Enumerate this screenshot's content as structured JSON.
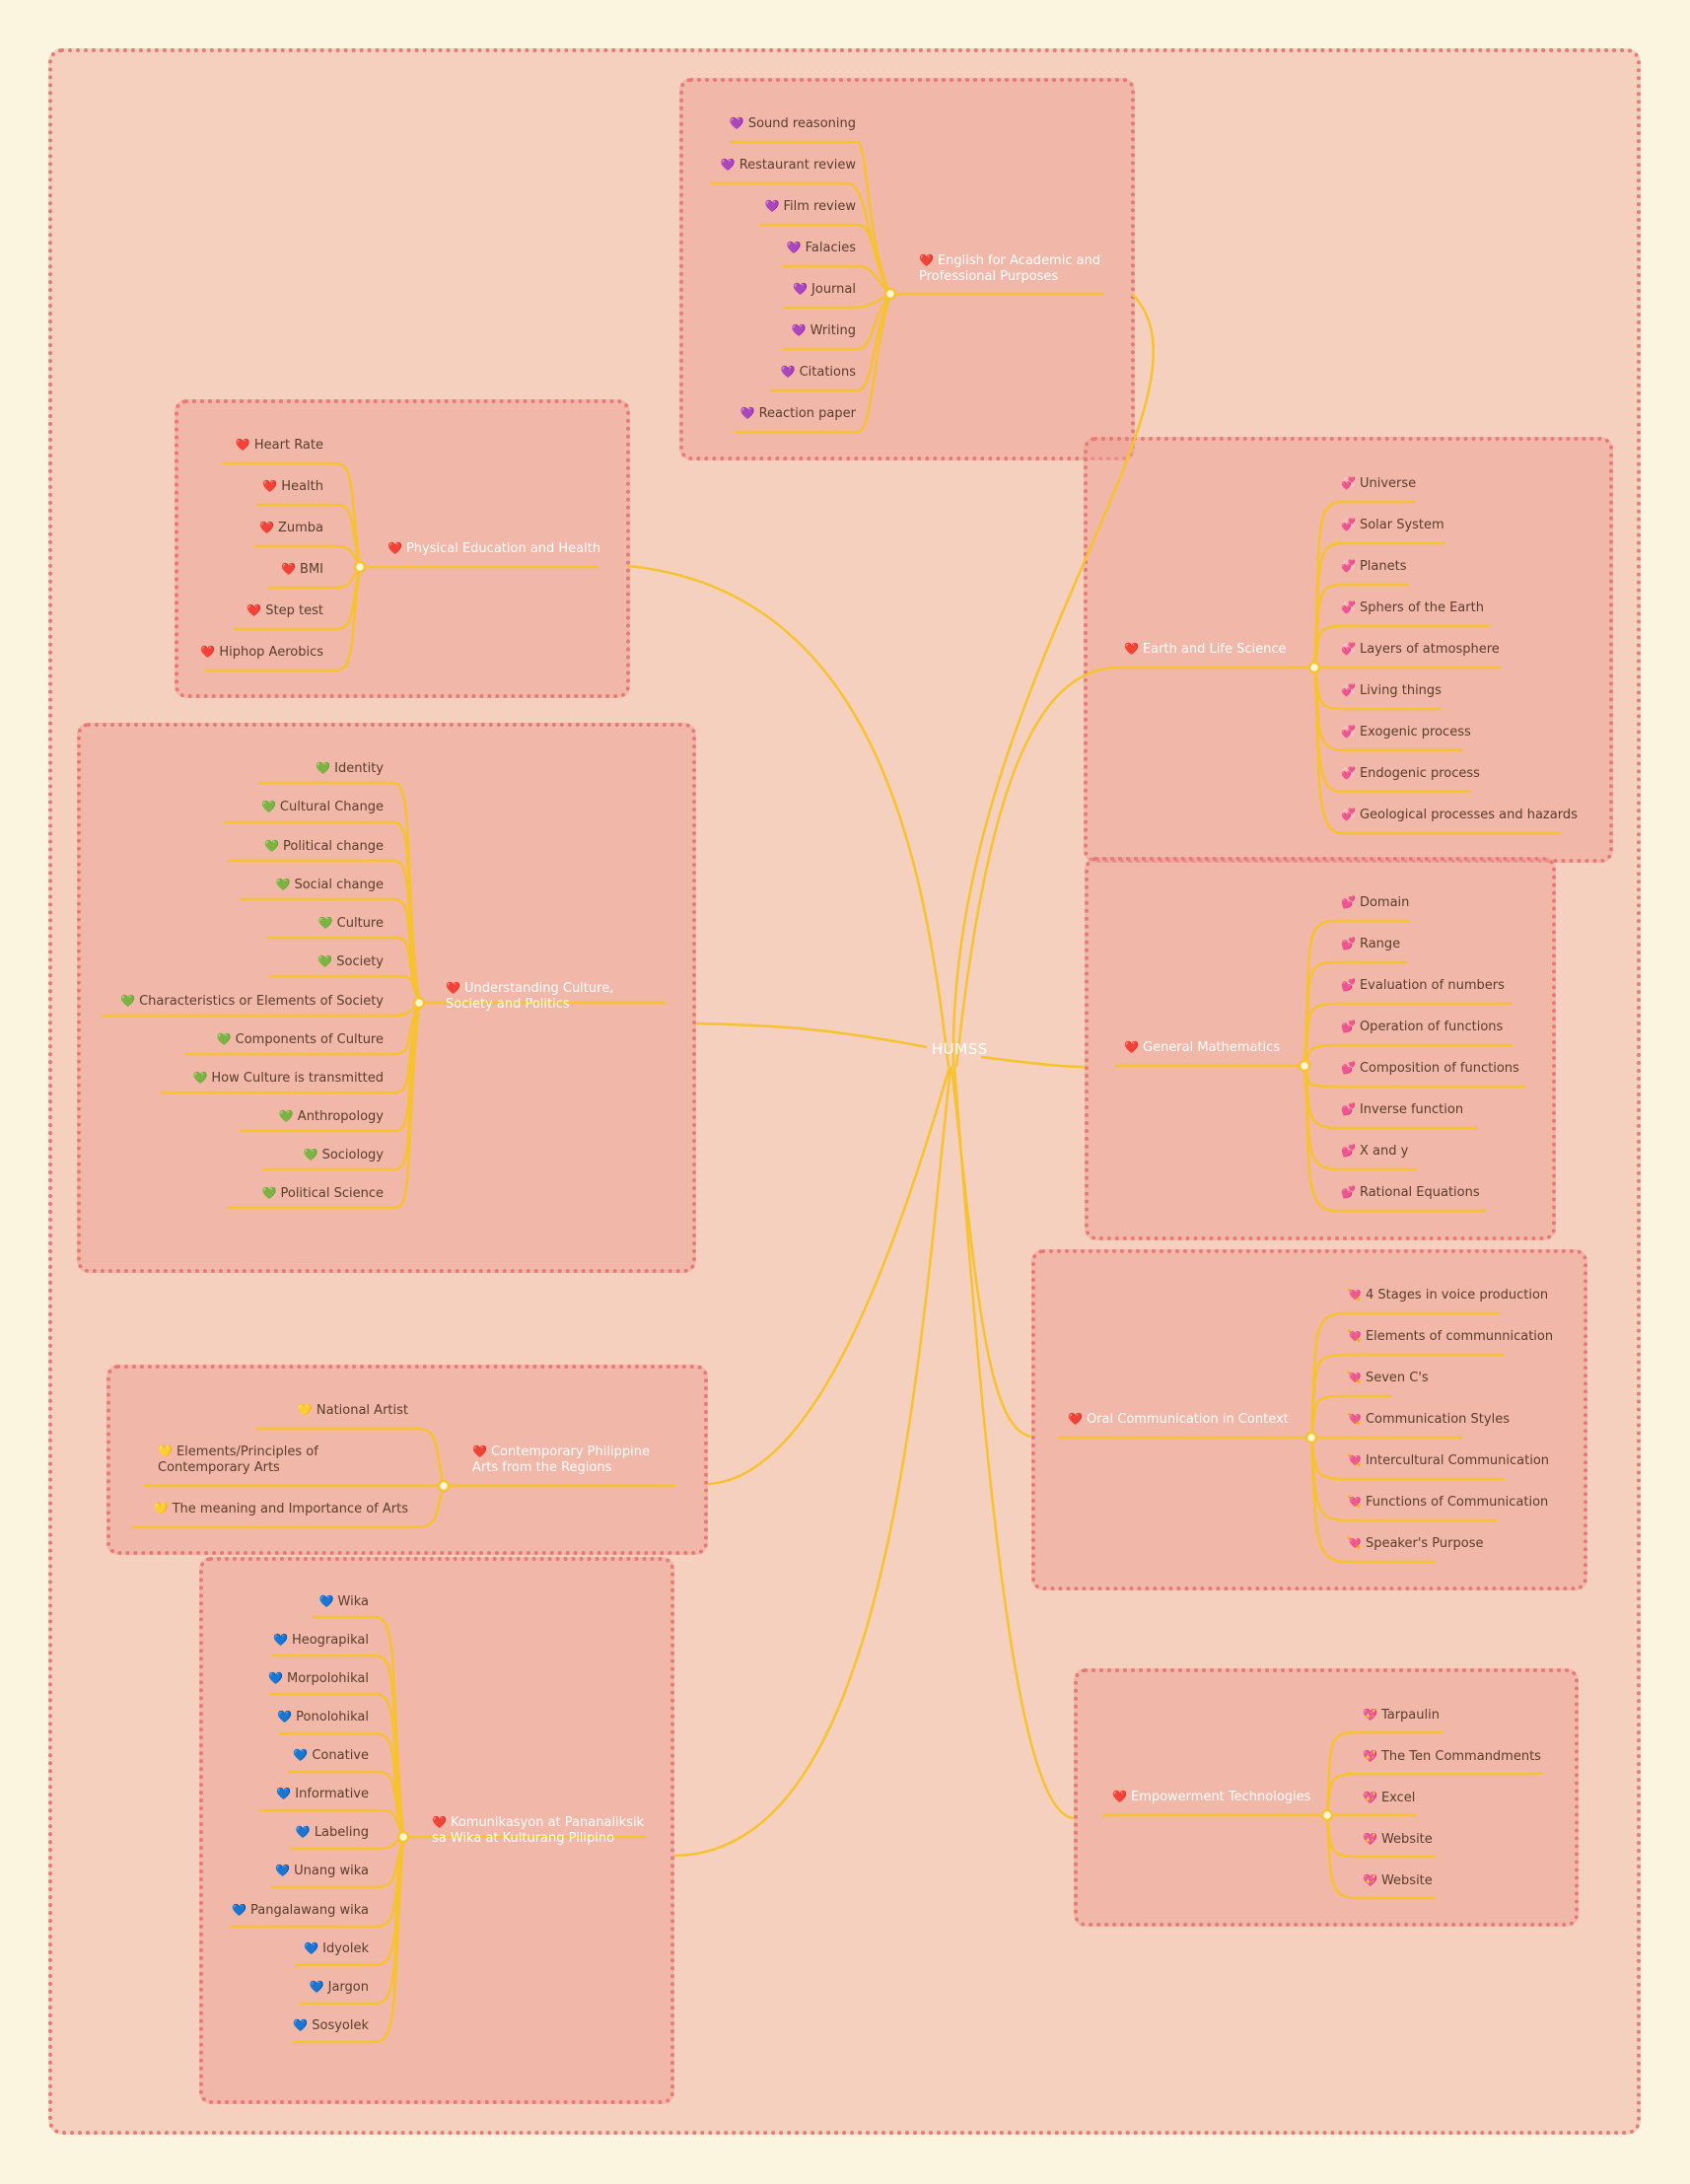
{
  "center": {
    "label": "HUMSS"
  },
  "colors": {
    "page_bg": "#fbf4de",
    "canvas_bg": "#f5d0bf",
    "box_bg": "#f0b3a5",
    "border": "#e67a76",
    "link": "#f6c22e",
    "topic_text": "#ffffff",
    "item_text": "#5a3d2c"
  },
  "topics": {
    "english": {
      "icon": "❤️",
      "label": "English for Academic and Professional Purposes",
      "items": [
        {
          "icon": "💜",
          "label": "Sound reasoning"
        },
        {
          "icon": "💜",
          "label": "Restaurant review"
        },
        {
          "icon": "💜",
          "label": "Film review"
        },
        {
          "icon": "💜",
          "label": "Falacies"
        },
        {
          "icon": "💜",
          "label": "Journal"
        },
        {
          "icon": "💜",
          "label": "Writing"
        },
        {
          "icon": "💜",
          "label": "Citations"
        },
        {
          "icon": "💜",
          "label": "Reaction paper"
        }
      ]
    },
    "pe": {
      "icon": "❤️",
      "label": "Physical Education and Health",
      "items": [
        {
          "icon": "❤️",
          "label": "Heart Rate"
        },
        {
          "icon": "❤️",
          "label": "Health"
        },
        {
          "icon": "❤️",
          "label": "Zumba"
        },
        {
          "icon": "❤️",
          "label": "BMI"
        },
        {
          "icon": "❤️",
          "label": "Step test"
        },
        {
          "icon": "❤️",
          "label": "Hiphop Aerobics"
        }
      ]
    },
    "earth": {
      "icon": "❤️",
      "label": "Earth and Life Science",
      "items": [
        {
          "icon": "💞",
          "label": "Universe"
        },
        {
          "icon": "💞",
          "label": "Solar System"
        },
        {
          "icon": "💞",
          "label": "Planets"
        },
        {
          "icon": "💞",
          "label": "Sphers of the Earth"
        },
        {
          "icon": "💞",
          "label": "Layers of atmosphere"
        },
        {
          "icon": "💞",
          "label": "Living things"
        },
        {
          "icon": "💞",
          "label": "Exogenic process"
        },
        {
          "icon": "💞",
          "label": "Endogenic process"
        },
        {
          "icon": "💞",
          "label": "Geological processes and hazards"
        }
      ]
    },
    "ucsp": {
      "icon": "❤️",
      "label": "Understanding Culture, Society and Politics",
      "items": [
        {
          "icon": "💚",
          "label": "Identity"
        },
        {
          "icon": "💚",
          "label": "Cultural Change"
        },
        {
          "icon": "💚",
          "label": "Political change"
        },
        {
          "icon": "💚",
          "label": "Social change"
        },
        {
          "icon": "💚",
          "label": "Culture"
        },
        {
          "icon": "💚",
          "label": "Society"
        },
        {
          "icon": "💚",
          "label": "Characteristics or Elements of Society"
        },
        {
          "icon": "💚",
          "label": "Components of Culture"
        },
        {
          "icon": "💚",
          "label": "How Culture is transmitted"
        },
        {
          "icon": "💚",
          "label": "Anthropology"
        },
        {
          "icon": "💚",
          "label": "Sociology"
        },
        {
          "icon": "💚",
          "label": "Political Science"
        }
      ]
    },
    "math": {
      "icon": "❤️",
      "label": "General Mathematics",
      "items": [
        {
          "icon": "💕",
          "label": "Domain"
        },
        {
          "icon": "💕",
          "label": "Range"
        },
        {
          "icon": "💕",
          "label": "Evaluation of numbers"
        },
        {
          "icon": "💕",
          "label": "Operation of functions"
        },
        {
          "icon": "💕",
          "label": "Composition of functions"
        },
        {
          "icon": "💕",
          "label": "Inverse function"
        },
        {
          "icon": "💕",
          "label": "X and y"
        },
        {
          "icon": "💕",
          "label": "Rational Equations"
        }
      ]
    },
    "oral": {
      "icon": "❤️",
      "label": "Oral Communication in Context",
      "items": [
        {
          "icon": "💘",
          "label": "4 Stages in voice production"
        },
        {
          "icon": "💘",
          "label": "Elements of communnication"
        },
        {
          "icon": "💘",
          "label": "Seven C's"
        },
        {
          "icon": "💘",
          "label": "Communication Styles"
        },
        {
          "icon": "💘",
          "label": "Intercultural Communication"
        },
        {
          "icon": "💘",
          "label": "Functions of Communication"
        },
        {
          "icon": "💘",
          "label": "Speaker's Purpose"
        }
      ]
    },
    "arts": {
      "icon": "❤️",
      "label": "Contemporary Philippine Arts from the Regions",
      "items": [
        {
          "icon": "💛",
          "label": "National Artist"
        },
        {
          "icon": "💛",
          "label": "Elements/Principles of Contemporary Arts"
        },
        {
          "icon": "💛",
          "label": "The meaning and Importance of Arts"
        }
      ]
    },
    "komu": {
      "icon": "❤️",
      "label": "Komunikasyon at Pananaliksik sa Wika at Kulturang Pilipino",
      "items": [
        {
          "icon": "💙",
          "label": "Wika"
        },
        {
          "icon": "💙",
          "label": "Heograpikal"
        },
        {
          "icon": "💙",
          "label": "Morpolohikal"
        },
        {
          "icon": "💙",
          "label": "Ponolohikal"
        },
        {
          "icon": "💙",
          "label": "Conative"
        },
        {
          "icon": "💙",
          "label": "Informative"
        },
        {
          "icon": "💙",
          "label": "Labeling"
        },
        {
          "icon": "💙",
          "label": "Unang wika"
        },
        {
          "icon": "💙",
          "label": "Pangalawang wika"
        },
        {
          "icon": "💙",
          "label": "Idyolek"
        },
        {
          "icon": "💙",
          "label": "Jargon"
        },
        {
          "icon": "💙",
          "label": "Sosyolek"
        }
      ]
    },
    "empow": {
      "icon": "❤️",
      "label": "Empowerment Technologies",
      "items": [
        {
          "icon": "💖",
          "label": "Tarpaulin"
        },
        {
          "icon": "💖",
          "label": "The Ten Commandments"
        },
        {
          "icon": "💖",
          "label": "Excel"
        },
        {
          "icon": "💖",
          "label": "Website"
        },
        {
          "icon": "💖",
          "label": "Website"
        }
      ]
    }
  }
}
